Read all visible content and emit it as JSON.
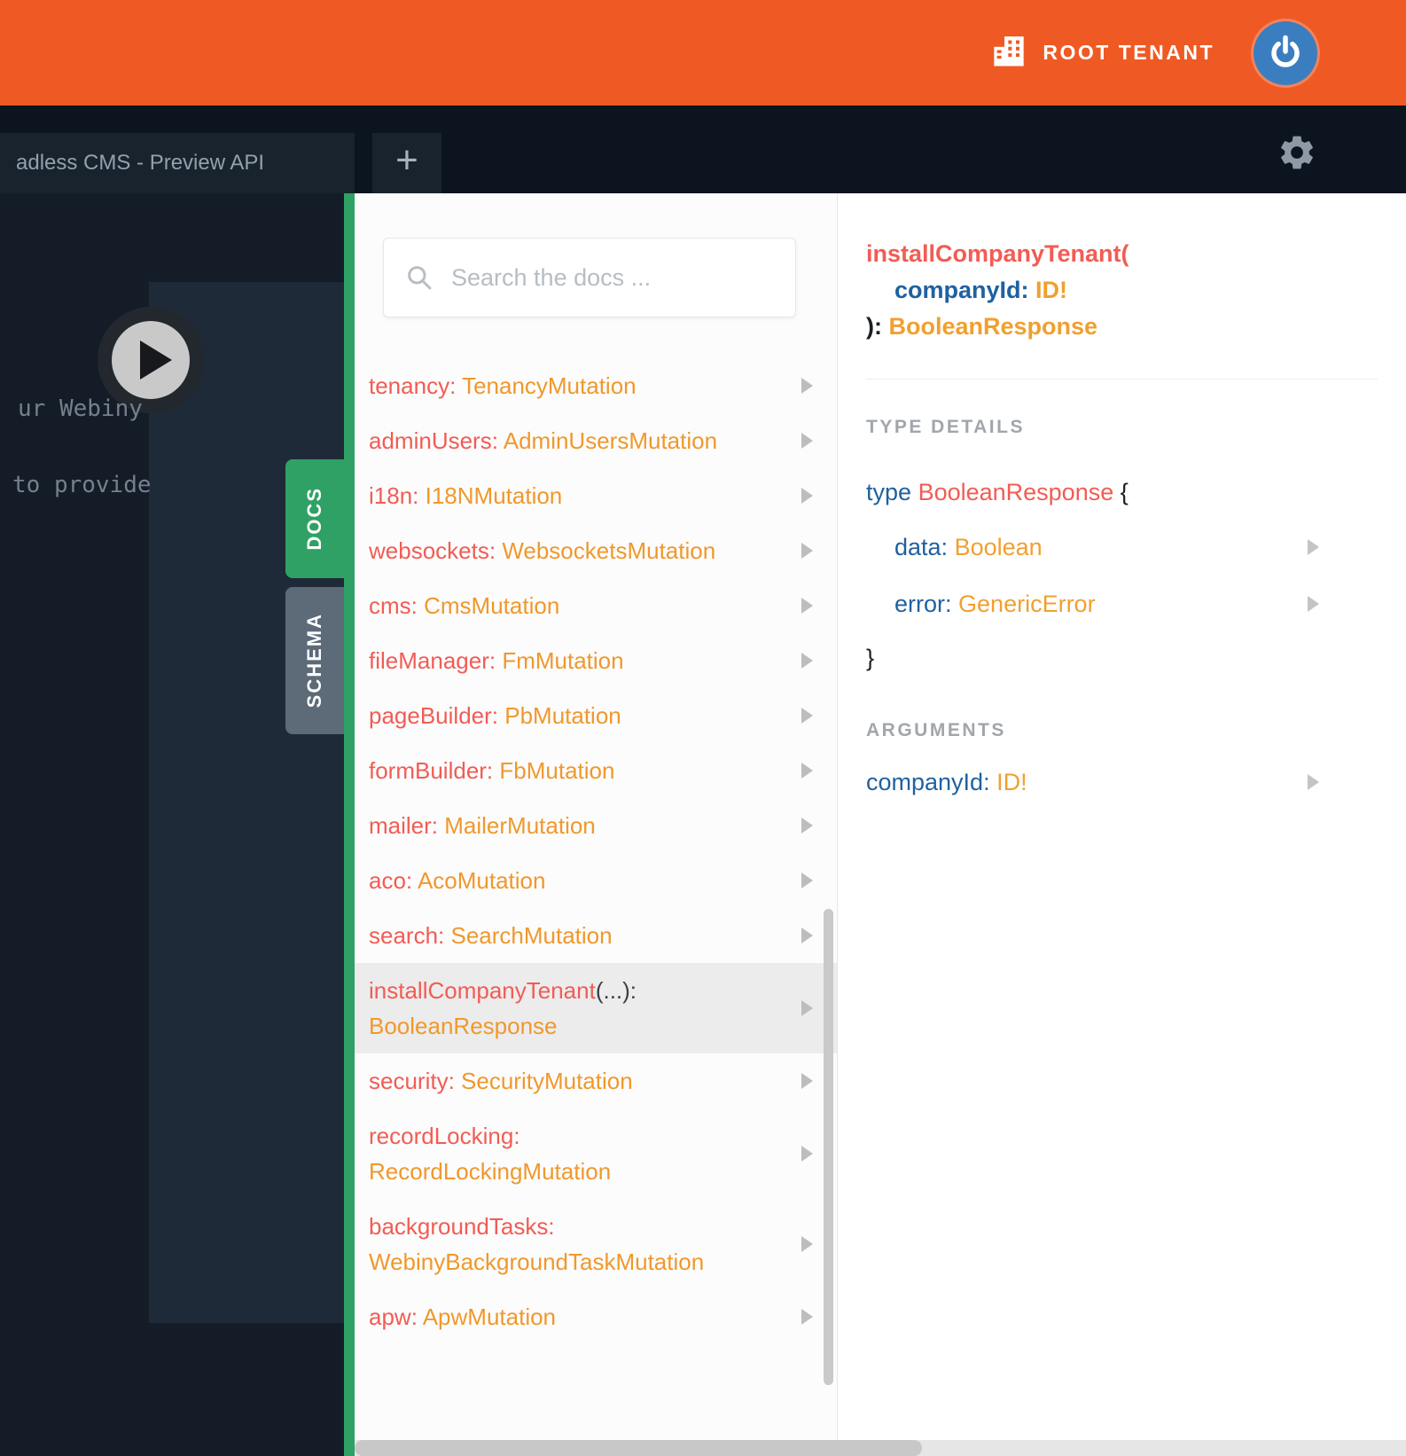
{
  "colors": {
    "brand_orange": "#ef5a24",
    "accent_green": "#2fa164",
    "field_red": "#f25c54",
    "type_orange": "#f0982c",
    "keyword_blue": "#1f61a0",
    "dark_header": "#0c141f",
    "editor_dark": "#131c27"
  },
  "topbar": {
    "tenant_label": "ROOT TENANT"
  },
  "tabbar": {
    "active_tab": "adless CMS - Preview API",
    "new_tab": "+"
  },
  "editor": {
    "visible_line_1": "ur Webiny",
    "visible_line_2": "to provide"
  },
  "side_tabs": {
    "docs": "DOCS",
    "schema": "SCHEMA"
  },
  "docs_panel": {
    "search_placeholder": "Search the docs ...",
    "fields": [
      {
        "name": "tenancy",
        "type": "TenancyMutation"
      },
      {
        "name": "adminUsers",
        "type": "AdminUsersMutation"
      },
      {
        "name": "i18n",
        "type": "I18NMutation"
      },
      {
        "name": "websockets",
        "type": "WebsocketsMutation"
      },
      {
        "name": "cms",
        "type": "CmsMutation"
      },
      {
        "name": "fileManager",
        "type": "FmMutation"
      },
      {
        "name": "pageBuilder",
        "type": "PbMutation"
      },
      {
        "name": "formBuilder",
        "type": "FbMutation"
      },
      {
        "name": "mailer",
        "type": "MailerMutation"
      },
      {
        "name": "aco",
        "type": "AcoMutation"
      },
      {
        "name": "search",
        "type": "SearchMutation"
      },
      {
        "name": "installCompanyTenant",
        "args": "(...)",
        "type": "BooleanResponse",
        "selected": true,
        "wrap": true
      },
      {
        "name": "security",
        "type": "SecurityMutation"
      },
      {
        "name": "recordLocking",
        "type": "RecordLockingMutation",
        "wrap": true
      },
      {
        "name": "backgroundTasks",
        "type": "WebinyBackgroundTaskMutation",
        "wrap": true
      },
      {
        "name": "apw",
        "type": "ApwMutation"
      }
    ]
  },
  "detail_panel": {
    "signature": {
      "field": "installCompanyTenant(",
      "arg_name": "companyId:",
      "arg_type": "ID!",
      "close_paren": "):",
      "return_type": "BooleanResponse"
    },
    "type_details": {
      "heading": "TYPE DETAILS",
      "keyword": "type",
      "type_name": "BooleanResponse",
      "open_brace": "{",
      "close_brace": "}",
      "fields": [
        {
          "name": "data:",
          "type": "Boolean"
        },
        {
          "name": "error:",
          "type": "GenericError"
        }
      ]
    },
    "arguments": {
      "heading": "ARGUMENTS",
      "items": [
        {
          "name": "companyId:",
          "type": "ID!"
        }
      ]
    }
  }
}
